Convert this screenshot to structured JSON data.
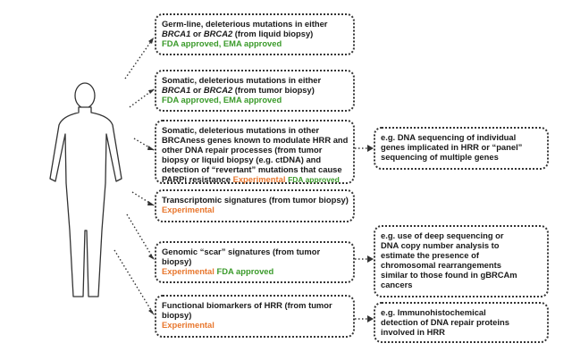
{
  "boxes": {
    "germline": {
      "line1": "Germ-line, deleterious mutations in either",
      "gene1": "BRCA1",
      "or": " or ",
      "gene2": "BRCA2",
      "source": " (from liquid biopsy)",
      "status": "FDA approved, EMA approved"
    },
    "somatic": {
      "line1": "Somatic, deleterious mutations in either",
      "gene1": "BRCA1",
      "or": " or ",
      "gene2": "BRCA2",
      "source": " (from tumor biopsy)",
      "status": "FDA approved, EMA approved"
    },
    "brcaness": {
      "lines": [
        "Somatic, deleterious mutations in other",
        "BRCAness genes known to modulate HRR and",
        "other DNA repair processes (from tumor",
        "biopsy or liquid biopsy (e.g. ctDNA) and",
        "detection of “revertant” mutations that cause"
      ],
      "last_prefix": "PARPi resistance ",
      "status_experimental": "Experimental",
      "status_fda": "FDA approved"
    },
    "transcriptomic": {
      "line1": "Transcriptomic signatures (from tumor biopsy)",
      "status": "Experimental"
    },
    "genomic": {
      "line1": "Genomic “scar” signatures (from tumor",
      "line2": "biopsy)",
      "status_experimental": "Experimental",
      "status_fda": "FDA approved"
    },
    "functional": {
      "line1": "Functional biomarkers of HRR (from tumor",
      "line2": "biopsy)",
      "status": "Experimental"
    }
  },
  "notes": {
    "sequencing": [
      "e.g. DNA sequencing of individual",
      "genes implicated in HRR or “panel”",
      "sequencing of multiple genes"
    ],
    "deep": [
      "e.g. use of deep sequencing or",
      "DNA copy number analysis to",
      "estimate the presence of",
      "chromosomal rearrangements",
      "similar to those found in gBRCAm",
      "cancers"
    ],
    "ihc": [
      "e.g. Immunohistochemical",
      "detection of DNA repair proteins",
      "involved in HRR"
    ]
  },
  "colors": {
    "approved": "#3a9a2a",
    "experimental": "#e8772e",
    "border": "#333333"
  }
}
